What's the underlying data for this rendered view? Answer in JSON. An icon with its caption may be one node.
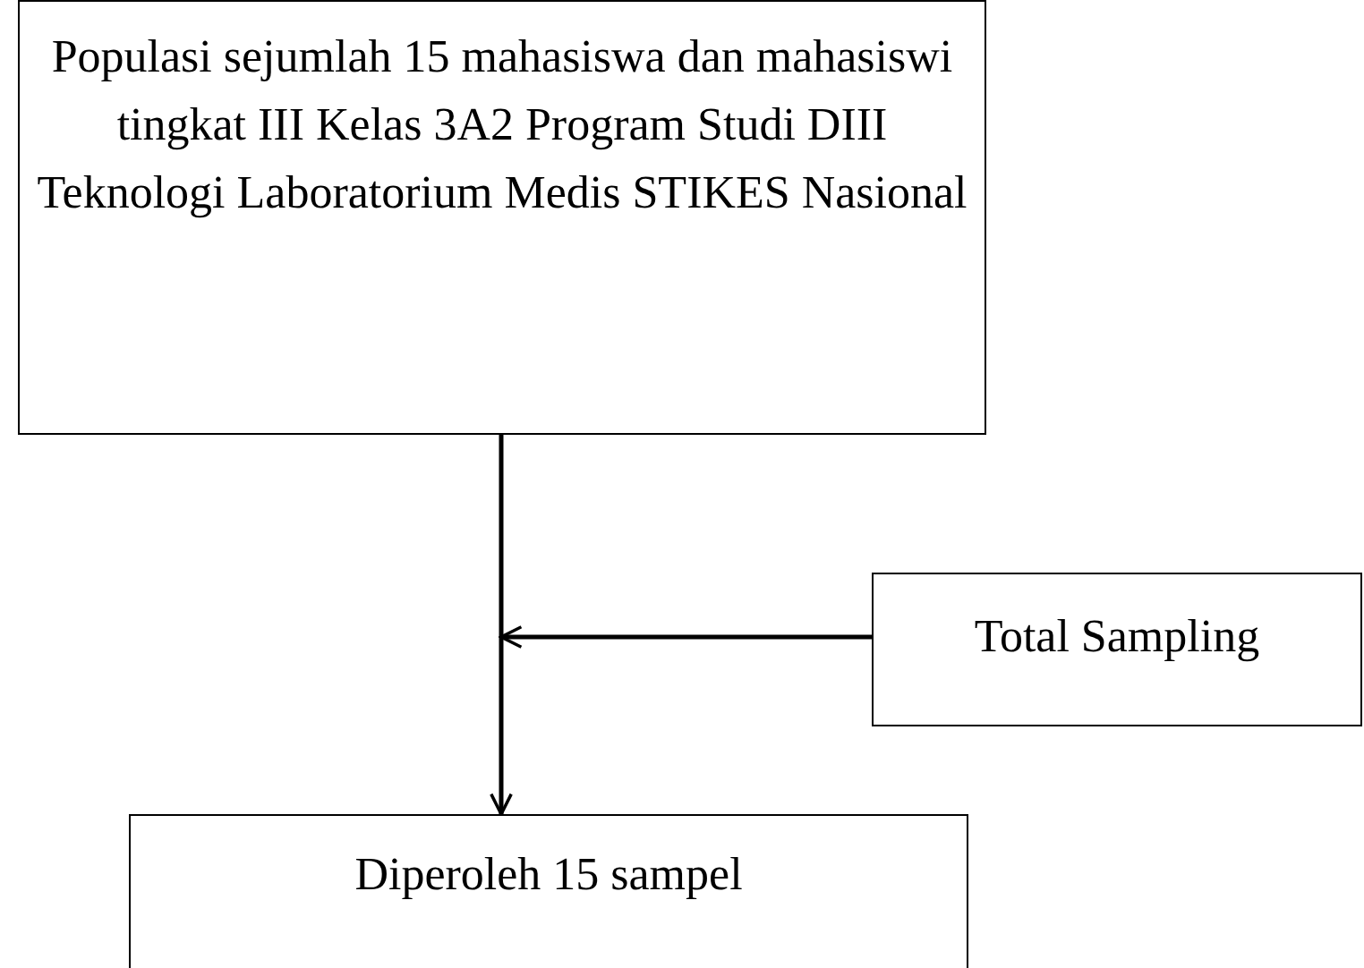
{
  "diagram": {
    "nodes": [
      {
        "text": [
          "Populasi sejumlah 15 mahasiswa dan mahasiswi tingkat III Kelas 3A2 Program Studi DIII Teknologi Laboratorium Medis STIKES Nasional"
        ]
      },
      {
        "text": [
          "Total Sampling"
        ]
      },
      {
        "text": [
          "Diperoleh 15 sampel"
        ]
      }
    ],
    "edges": [
      {
        "from": 0,
        "to": 2,
        "arrow": "to"
      },
      {
        "from": 1,
        "to": null,
        "arrow": "to"
      }
    ]
  }
}
